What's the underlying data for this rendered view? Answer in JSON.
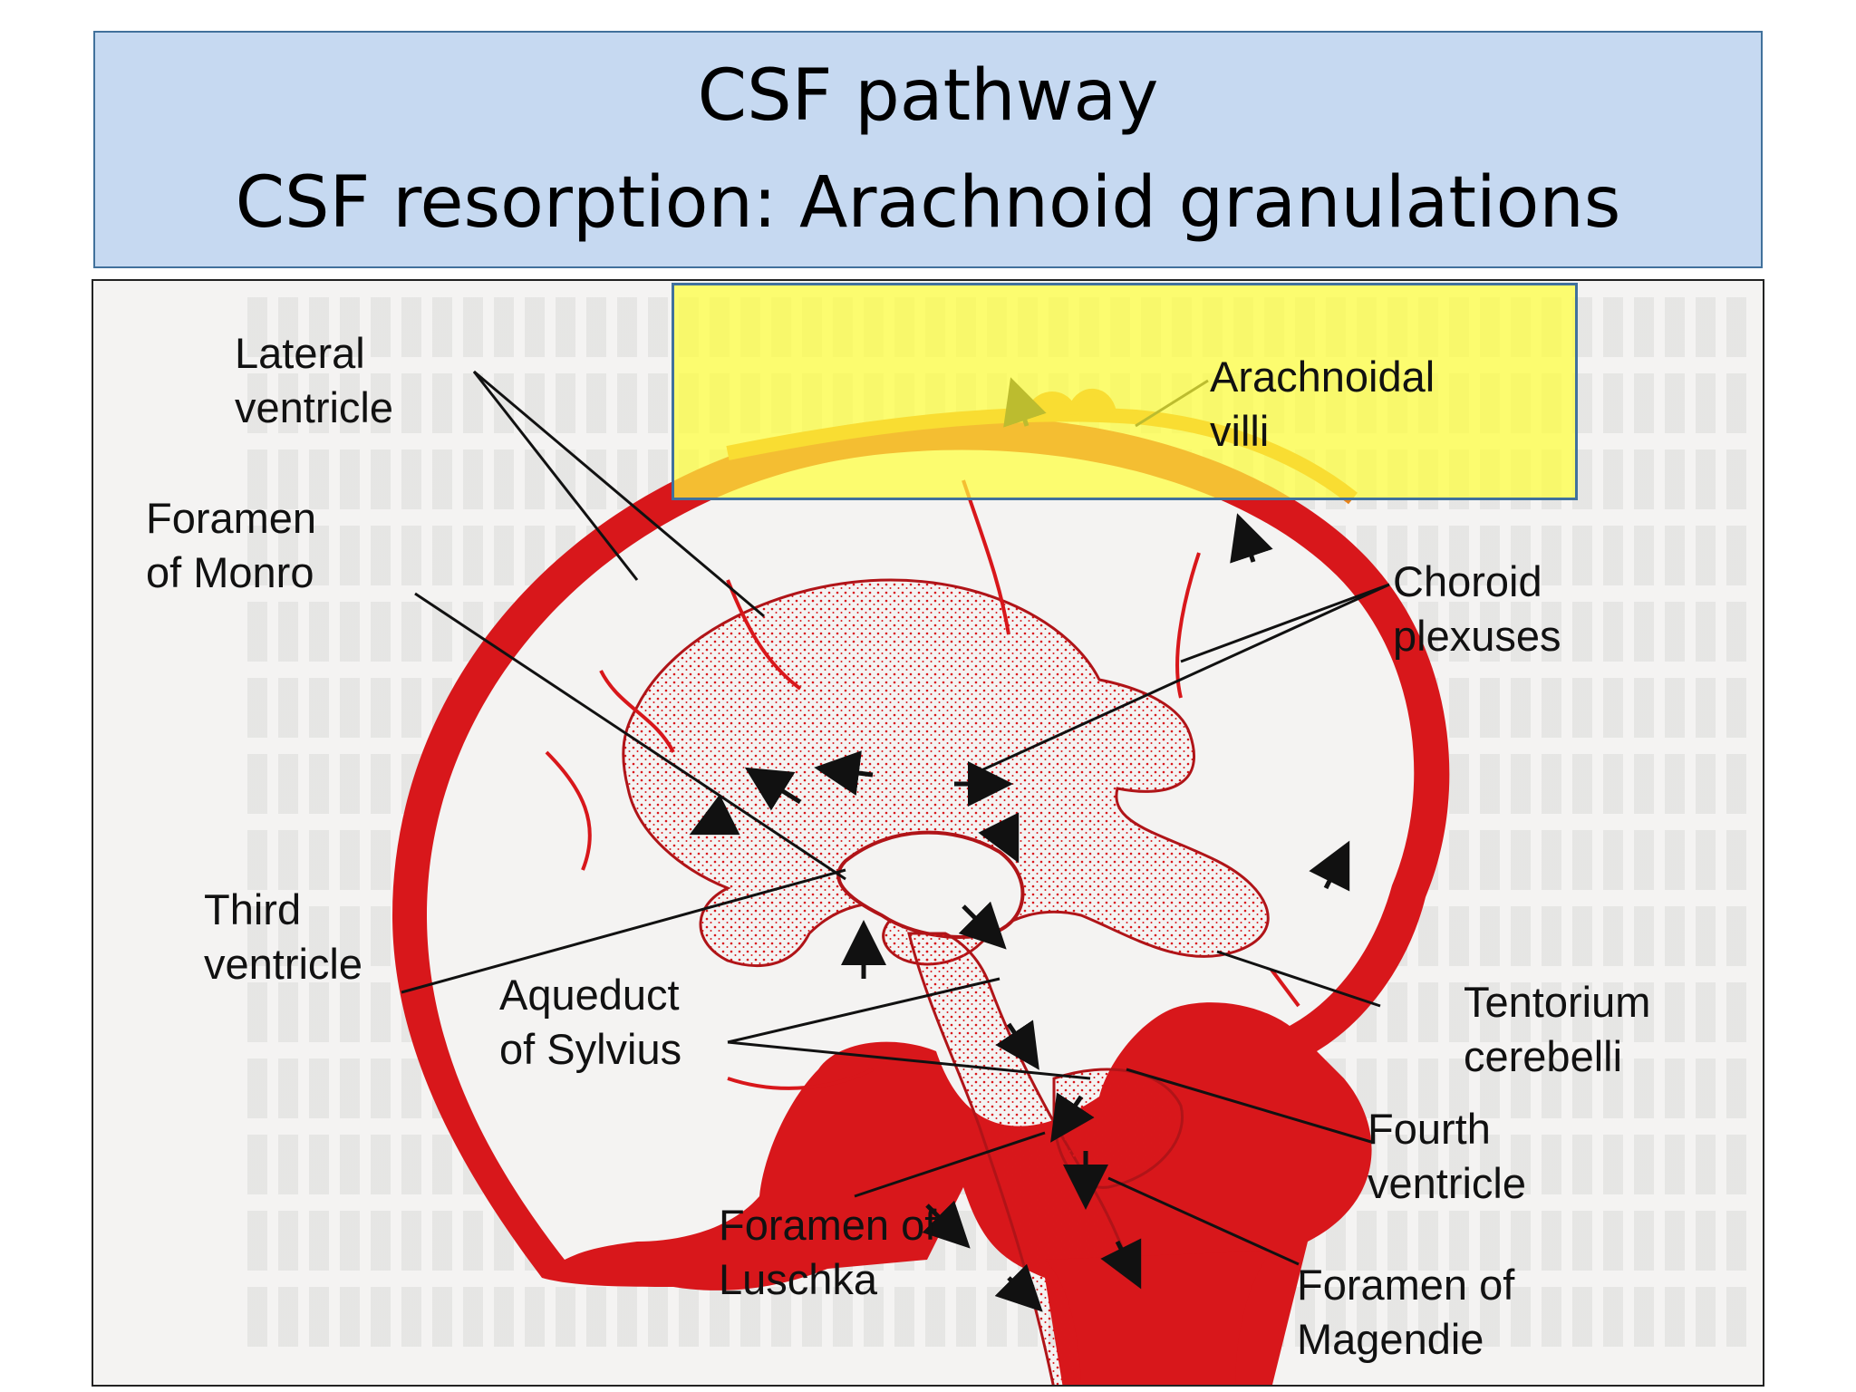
{
  "title": {
    "line1": "CSF pathway",
    "line2": "CSF resorption: Arachnoid granulations"
  },
  "labels": {
    "lateral_ventricle": [
      "Lateral",
      "ventricle"
    ],
    "arachnoidal_villi": [
      "Arachnoidal",
      "villi"
    ],
    "foramen_of_monro": [
      "Foramen",
      "of Monro"
    ],
    "choroid_plexuses": [
      "Choroid",
      "plexuses"
    ],
    "third_ventricle": [
      "Third",
      "ventricle"
    ],
    "aqueduct_of_sylvius": [
      "Aqueduct",
      "of Sylvius"
    ],
    "tentorium_cerebelli": [
      "Tentorium",
      "cerebelli"
    ],
    "fourth_ventricle": [
      "Fourth",
      "ventricle"
    ],
    "foramen_of_luschka": [
      "Foramen of",
      "Luschka"
    ],
    "foramen_of_magendie": [
      "Foramen of",
      "Magendie"
    ]
  },
  "colors": {
    "title_background": "#c6d9f1",
    "title_border": "#41719c",
    "csf_red": "#d8171b",
    "highlight_yellow": "#ffff3c",
    "sinus_orange": "#e8841a"
  }
}
